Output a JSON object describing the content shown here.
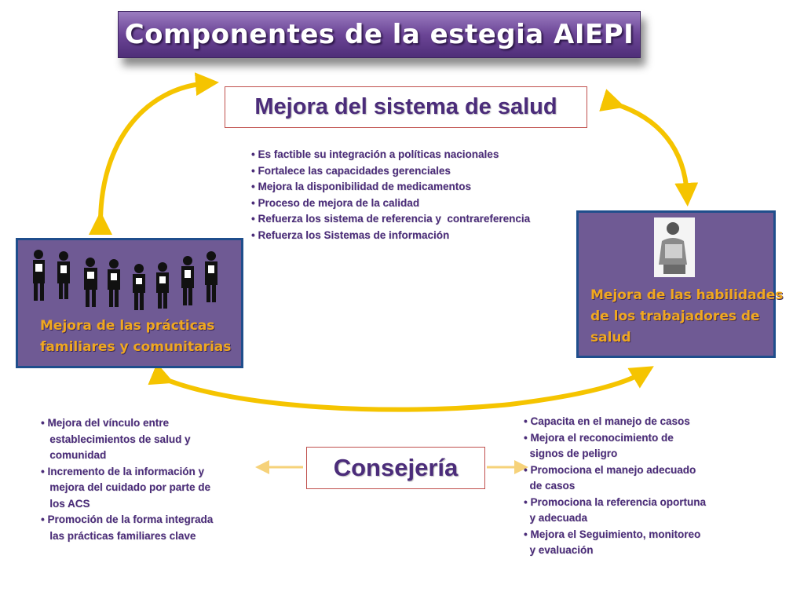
{
  "title": "Componentes de la estegia AIEPI",
  "health_system": {
    "heading": "Mejora del sistema de salud",
    "items": [
      "• Es factible su integración a políticas nacionales",
      "• Fortalece las capacidades gerenciales",
      "• Mejora la disponibilidad de medicamentos",
      "• Proceso de mejora de la calidad",
      "• Refuerza los sistema de referencia y  contrareferencia",
      "• Refuerza los Sistemas de información"
    ]
  },
  "family_practices": {
    "heading_lines": [
      "Mejora de las prácticas",
      "familiares y comunitarias"
    ],
    "items": [
      "• Mejora del vínculo entre",
      "   establecimientos de salud y",
      "   comunidad",
      "• Incremento de la información y",
      "   mejora del cuidado por parte de",
      "   los ACS",
      "• Promoción de la forma integrada",
      "   las prácticas familiares clave"
    ]
  },
  "worker_skills": {
    "heading_lines": [
      "Mejora de las habilidades",
      "de los trabajadores de",
      "salud"
    ],
    "items": [
      "• Capacita en el manejo de casos",
      "• Mejora el reconocimiento de",
      "  signos de peligro",
      "• Promociona el manejo adecuado",
      "  de casos",
      "• Promociona la referencia oportuna",
      "  y adecuada",
      "• Mejora el Seguimiento, monitoreo",
      "  y evaluación"
    ]
  },
  "counseling": {
    "label": "Consejería"
  },
  "colors": {
    "accent": "#4b2c7a",
    "arrow": "#f5c400",
    "arrow_light": "#f6d27a",
    "panel": "#6f5a94",
    "panel_text": "#f0a820",
    "border": "#c0504d"
  },
  "icons": [
    "double-headed-arrow",
    "community-group-figures",
    "health-worker-figure"
  ]
}
